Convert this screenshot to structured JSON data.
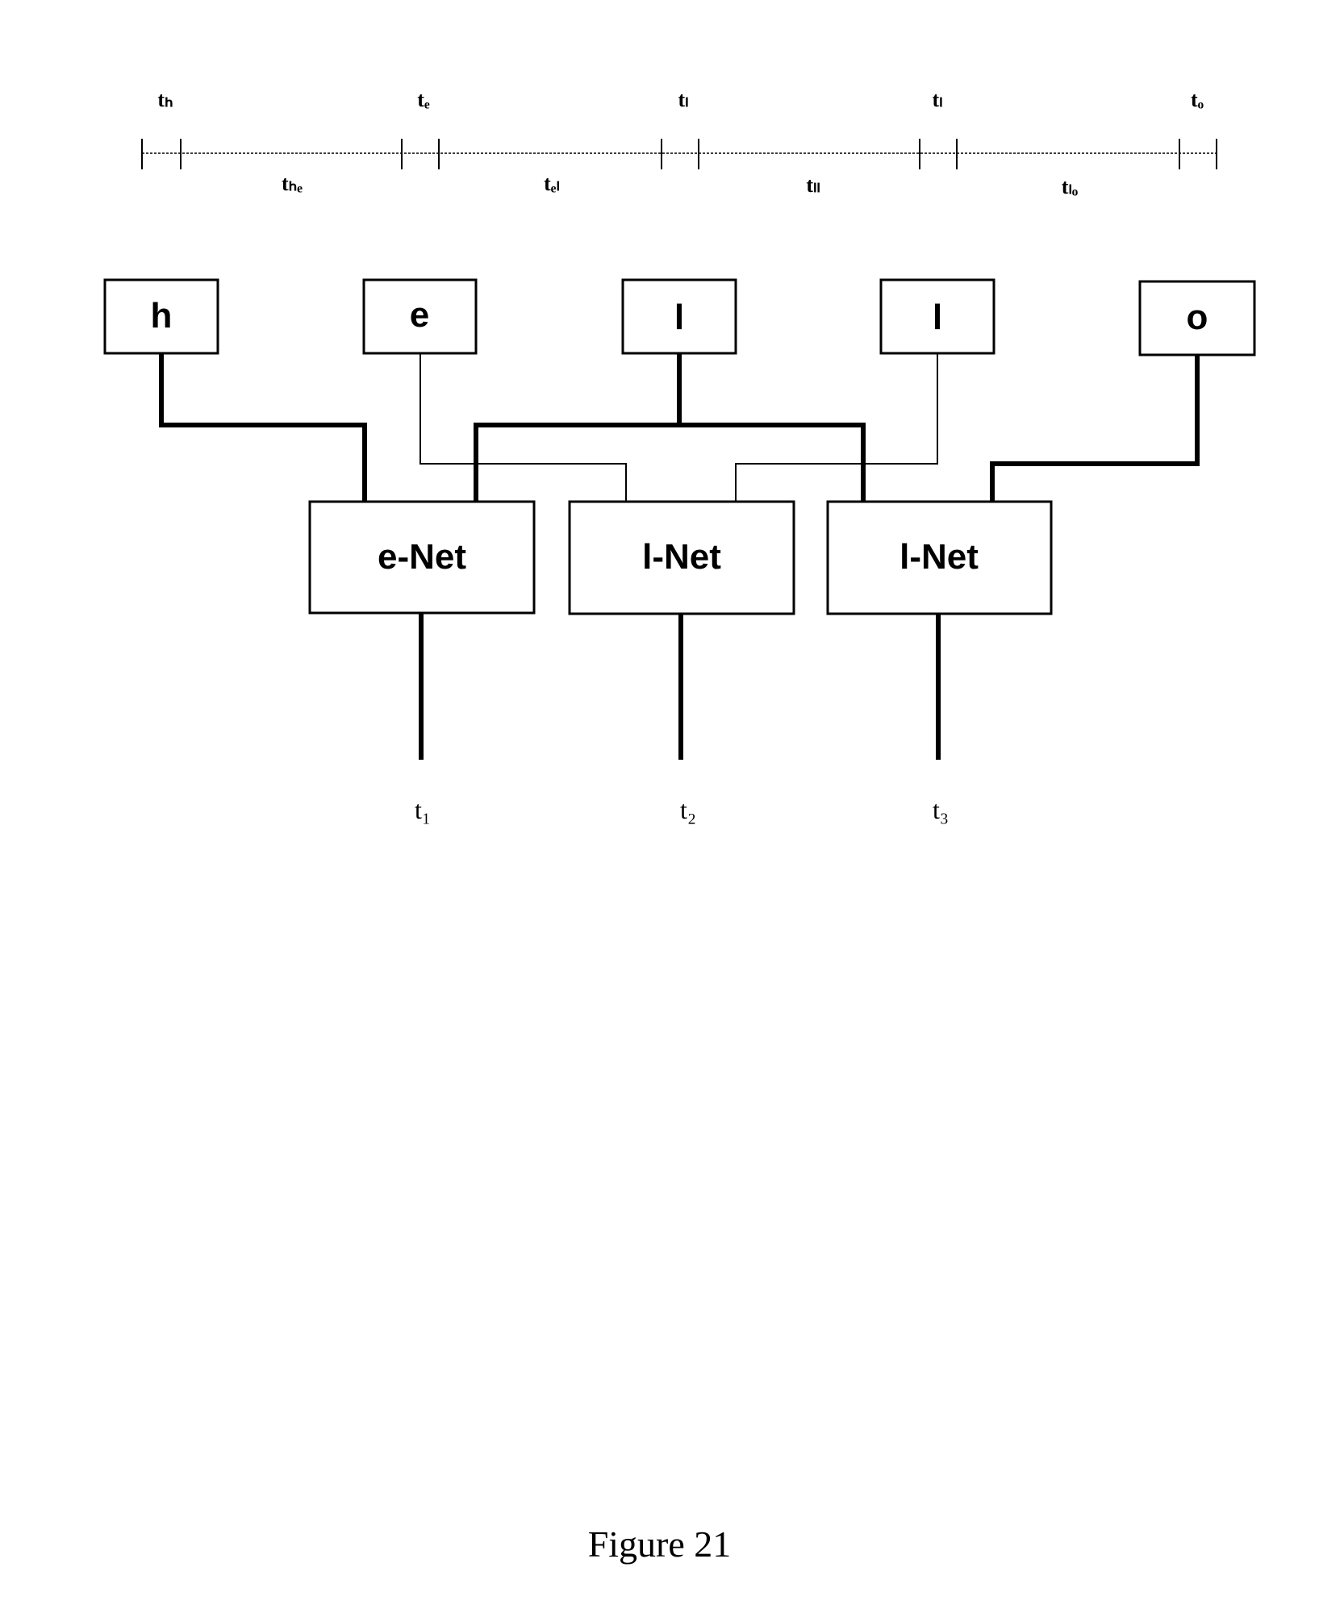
{
  "timeline": {
    "top_labels": [
      "tₕ",
      "tₑ",
      "tₗ",
      "tₗ",
      "tₒ"
    ],
    "bottom_labels": [
      "tₕₑ",
      "tₑₗ",
      "tₗₗ",
      "tₗₒ"
    ]
  },
  "chars": [
    "h",
    "e",
    "l",
    "l",
    "o"
  ],
  "nets": [
    "e-Net",
    "l-Net",
    "l-Net"
  ],
  "outputs": [
    "t₁",
    "t₂",
    "t₃"
  ],
  "caption": "Figure 21"
}
